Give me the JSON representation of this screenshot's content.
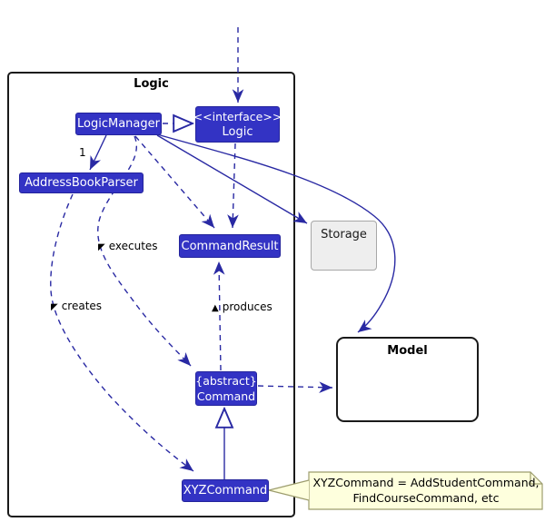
{
  "diagram": {
    "frame_title": "Logic",
    "type": "uml-class-diagram"
  },
  "colors": {
    "logic_class_fill": "#3333C4",
    "logic_class_text": "#ffffff",
    "edge_line": "#2929a3",
    "storage_fill": "#eeeeee",
    "model_fill": "#ffffff",
    "note_fill": "#FEFFDD",
    "note_border": "#9d9d6e",
    "frame_border": "#1a1a1a"
  },
  "classes": {
    "logic_manager": {
      "label": "LogicManager"
    },
    "logic_interface": {
      "stereotype": "<<interface>>",
      "label": "Logic"
    },
    "address_book_parser": {
      "label": "AddressBookParser"
    },
    "command_result": {
      "label": "CommandResult"
    },
    "command": {
      "modifier": "{abstract}",
      "label": "Command"
    },
    "xyz_command": {
      "label": "XYZCommand"
    }
  },
  "external_components": {
    "storage": {
      "label": "Storage"
    },
    "model": {
      "label": "Model"
    }
  },
  "edge_labels": {
    "multiplicity_one": "1",
    "executes_glyph": "◤",
    "executes_text": "executes",
    "creates_glyph": "◤",
    "creates_text": "creates",
    "produces_glyph": "▲",
    "produces_text": "produces"
  },
  "note": {
    "line1": "XYZCommand = AddStudentCommand,",
    "line2": "FindCourseCommand, etc"
  }
}
